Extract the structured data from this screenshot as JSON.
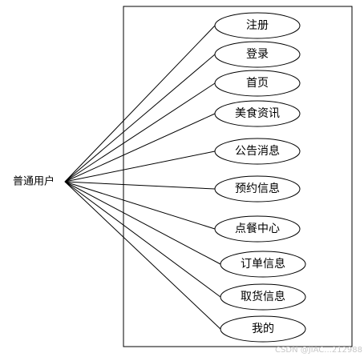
{
  "diagram": {
    "actor": {
      "label": "普通用户"
    },
    "use_cases": [
      {
        "label": "注册"
      },
      {
        "label": "登录"
      },
      {
        "label": "首页"
      },
      {
        "label": "美食资讯"
      },
      {
        "label": "公告消息"
      },
      {
        "label": "预约信息"
      },
      {
        "label": "点餐中心"
      },
      {
        "label": "订单信息"
      },
      {
        "label": "取货信息"
      },
      {
        "label": "我的"
      }
    ]
  },
  "watermark": "CSDN @JIAC...212988",
  "colors": {
    "stroke": "#000000",
    "background": "#ffffff"
  }
}
